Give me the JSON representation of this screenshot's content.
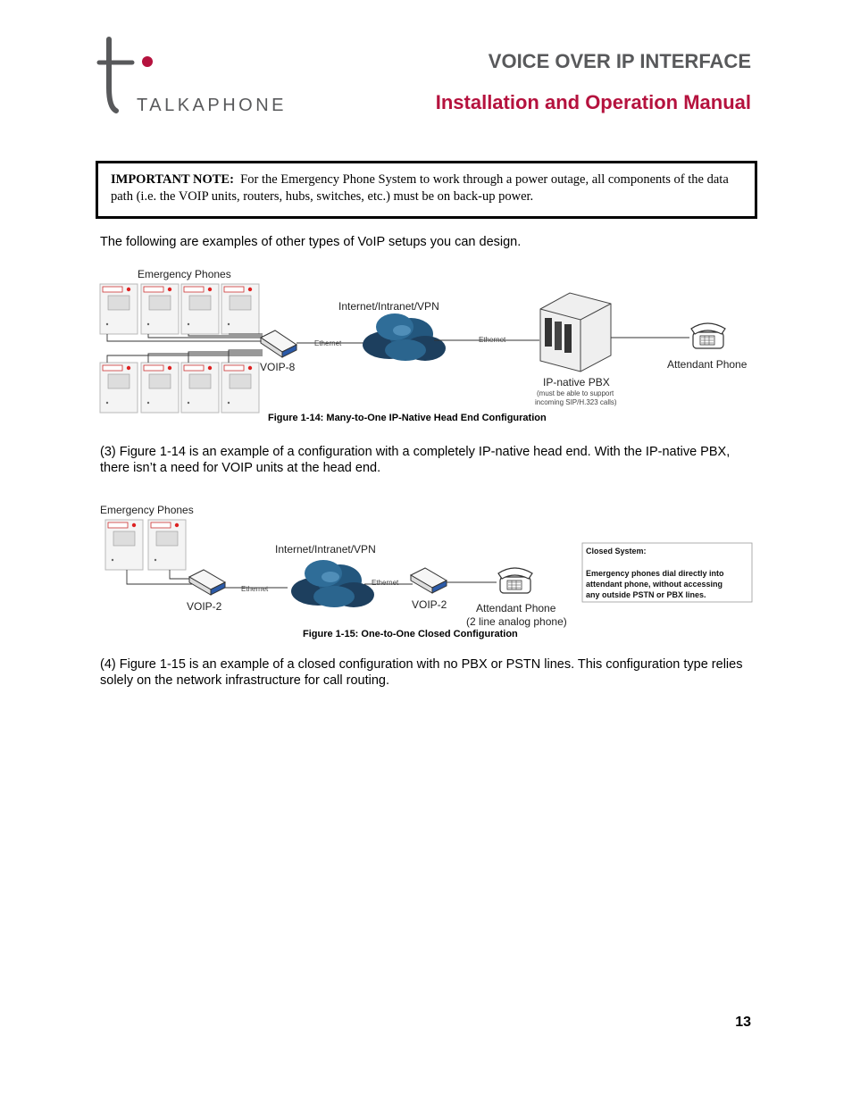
{
  "header": {
    "brand": "TALKAPHONE",
    "title": "VOICE OVER IP INTERFACE",
    "subtitle": "Installation and Operation Manual"
  },
  "note": {
    "label": "IMPORTANT NOTE:",
    "text": "For the Emergency Phone System to work through a power outage, all components of the data path (i.e. the VOIP units, routers, hubs, switches, etc.) must be on back-up power."
  },
  "intro": "The following are examples of other types of VoIP setups you can design.",
  "figure14": {
    "emergency_phones_label": "Emergency Phones",
    "cloud_label": "Internet/Intranet/VPN",
    "ethernet_label_1": "Ethernet",
    "ethernet_label_2": "Ethernet",
    "voip_label": "VOIP-8",
    "pbx_label": "IP-native PBX",
    "pbx_note_1": "(must be able to support",
    "pbx_note_2": "incoming SIP/H.323 calls)",
    "phone_label": "Attendant Phone",
    "caption": "Figure 1-14:  Many-to-One IP-Native Head End Configuration"
  },
  "para3": "(3)  Figure 1-14 is an example of a configuration with a completely IP-native head end.  With the IP-native PBX, there isn’t a need for VOIP units at the head end.",
  "figure15": {
    "emergency_phones_label": "Emergency Phones",
    "cloud_label": "Internet/Intranet/VPN",
    "ethernet_label_1": "Ethernet",
    "ethernet_label_2": "Ethernet",
    "voip_label_1": "VOIP-2",
    "voip_label_2": "VOIP-2",
    "phone_label": "Attendant Phone",
    "phone_note": "(2 line analog phone)",
    "closed_title": "Closed System:",
    "closed_text_1": "Emergency phones dial directly into",
    "closed_text_2": "attendant phone, without accessing",
    "closed_text_3": "any outside PSTN or PBX lines.",
    "caption": "Figure 1-15:  One-to-One Closed Configuration"
  },
  "para4": "(4)  Figure 1-15 is an example of a closed configuration with no PBX or PSTN lines.  This configuration type relies solely on the network infrastructure for call routing.",
  "page_number": "13",
  "colors": {
    "brand_red": "#b5123e",
    "title_gray": "#58595b"
  }
}
